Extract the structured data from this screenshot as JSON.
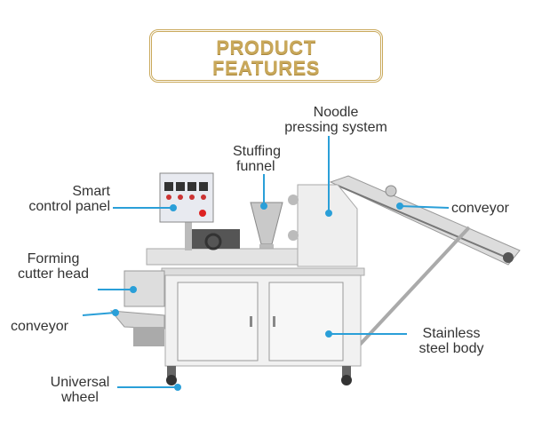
{
  "title": {
    "line1": "PRODUCT",
    "line2": "FEATURES"
  },
  "labels": {
    "noodle": {
      "line1": "Noodle",
      "line2": "pressing system"
    },
    "funnel": {
      "line1": "Stuffing",
      "line2": "funnel"
    },
    "panel": {
      "line1": "Smart",
      "line2": "control panel"
    },
    "conveyor_right": {
      "line1": "conveyor"
    },
    "cutter": {
      "line1": "Forming",
      "line2": "cutter head"
    },
    "conveyor_left": {
      "line1": "conveyor"
    },
    "body": {
      "line1": "Stainless",
      "line2": "steel body"
    },
    "wheel": {
      "line1": "Universal",
      "line2": "wheel"
    }
  },
  "colors": {
    "accent": "#2a9fd8",
    "gold": "#c9a85a"
  }
}
